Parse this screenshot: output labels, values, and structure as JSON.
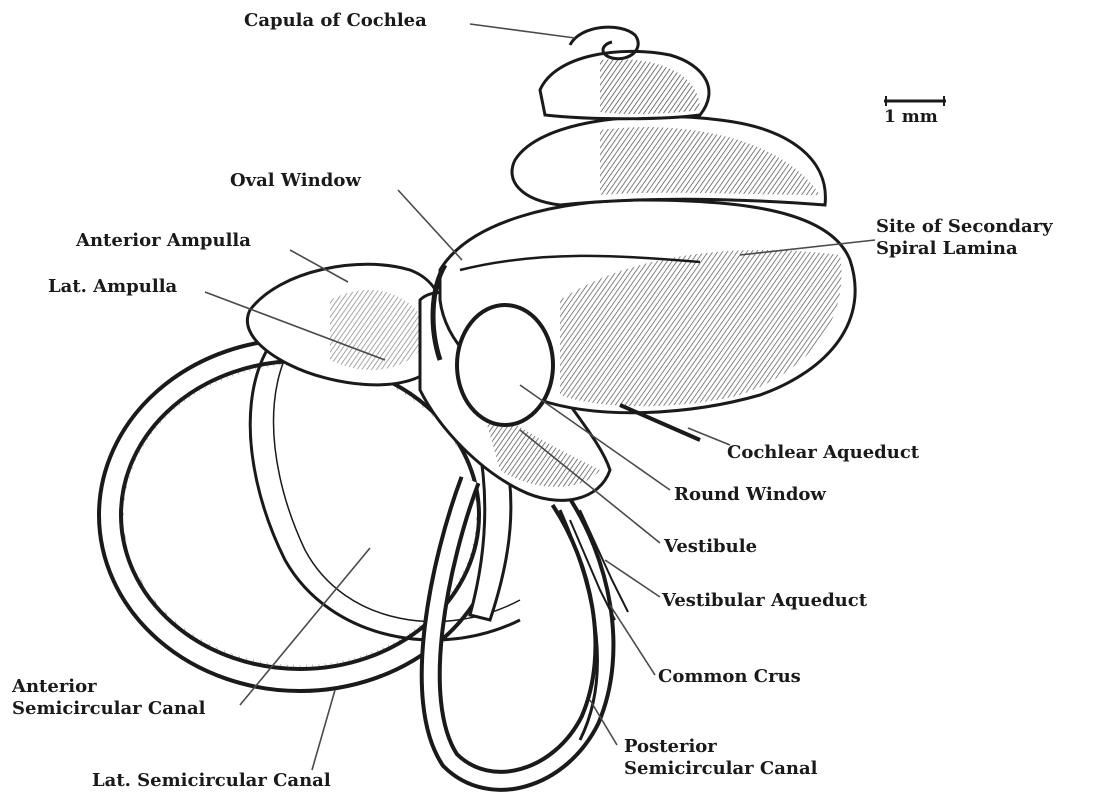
{
  "figure": {
    "scale_bar_label": "1 mm",
    "colors": {
      "ink": "#1a1a1a",
      "leader": "#4a4a4a",
      "background": "#ffffff"
    }
  },
  "labels": {
    "capula_of_cochlea": "Capula of Cochlea",
    "oval_window": "Oval Window",
    "anterior_ampulla": "Anterior Ampulla",
    "lat_ampulla": "Lat. Ampulla",
    "site_secondary_1": "Site of Secondary",
    "site_secondary_2": "Spiral Lamina",
    "cochlear_aqueduct": "Cochlear Aqueduct",
    "round_window": "Round Window",
    "vestibule": "Vestibule",
    "vestibular_aqueduct": "Vestibular Aqueduct",
    "common_crus": "Common Crus",
    "anterior_canal_1": "Anterior",
    "anterior_canal_2": "Semicircular Canal",
    "lat_canal": "Lat. Semicircular Canal",
    "posterior_canal_1": "Posterior",
    "posterior_canal_2": "Semicircular Canal"
  }
}
